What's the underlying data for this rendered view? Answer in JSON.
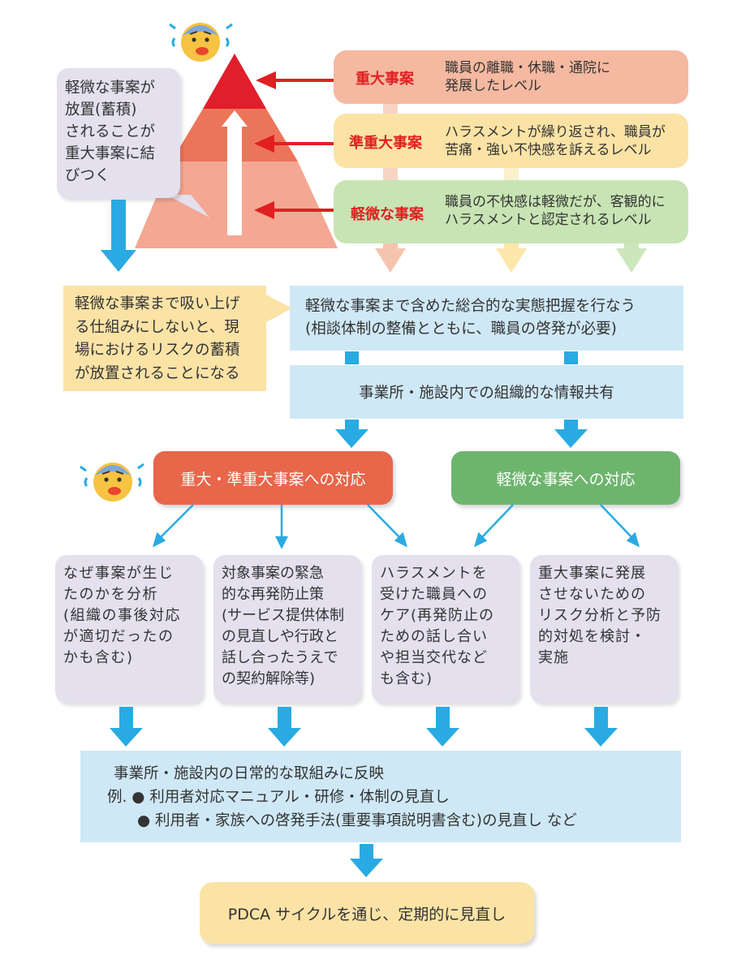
{
  "pyramid_note": "軽微な事案が\n放置(蓄積)\nされることが\n重大事案に結\nびつく",
  "levels": [
    {
      "title": "重大事案",
      "desc": "職員の離職・休職・通院に\n発展したレベル",
      "color": "#f4b9a0"
    },
    {
      "title": "準重大事案",
      "desc": "ハラスメントが繰り返され、職員が\n苦痛・強い不快感を訴えるレベル",
      "color": "#fbe3a6"
    },
    {
      "title": "軽微な事案",
      "desc": "職員の不快感は軽微だが、客観的に\nハラスメントと認定されるレベル",
      "color": "#c8e4b4"
    }
  ],
  "warning_note": "軽微な事案まで吸い上げ\nる仕組みにしないと、現\n場におけるリスクの蓄積\nが放置されることになる",
  "assessment": "軽微な事案まで含めた総合的な実態把握を行なう\n(相談体制の整備とともに、職員の啓発が必要)",
  "info_share": "事業所・施設内での組織的な情報共有",
  "branches": {
    "serious": "重大・準重大事案への対応",
    "minor": "軽微な事案への対応"
  },
  "actions": [
    "なぜ事案が生じ\nたのかを分析\n(組織の事後対応\nが適切だったの\nかも含む)",
    "対象事案の緊急\n的な再発防止策\n(サービス提供体制\nの見直しや行政と\n話し合ったうえで\nの契約解除等)",
    "ハラスメントを\n受けた職員への\nケア(再発防止の\nための話し合い\nや担当交代など\nも含む)",
    "重大事案に発展\nさせないための\nリスク分析と予防\n的対処を検討・\n実施"
  ],
  "daily": {
    "line1": "事業所・施設内の日常的な取組みに反映",
    "line2": "例. ● 利用者対応マニュアル・研修・体制の見直し",
    "line3": "● 利用者・家族への啓発手法(重要事項説明書含む)の見直し など"
  },
  "pdca": "PDCA サイクルを通じ、定期的に見直し",
  "colors": {
    "arrow_blue": "#2aaae2",
    "pale_blue": "#cfe8f6",
    "lavender": "#e4e0ee",
    "orange": "#e8664a",
    "green": "#6db56d",
    "yellow": "#fbe3a6",
    "red_text": "#e02020"
  },
  "icons": [
    "worried-face-icon",
    "worried-face-icon"
  ]
}
